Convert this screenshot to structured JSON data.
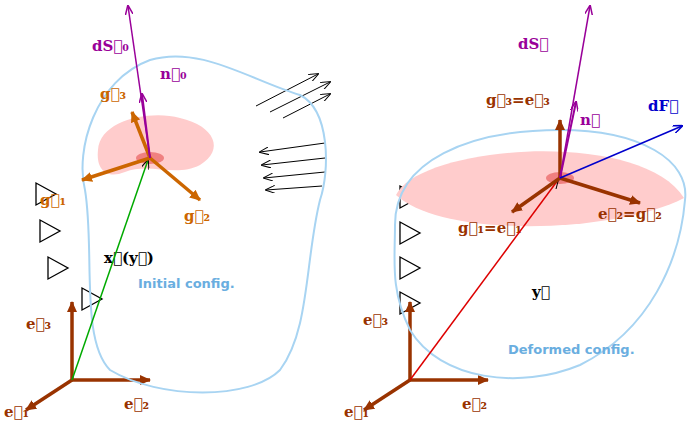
{
  "diagram": {
    "nodes": [
      {
        "text": [
          "Initial config."
        ]
      },
      {
        "text": [
          "Deformed config."
        ]
      }
    ],
    "labels": [
      "dS⃗₀",
      "n⃗₀",
      "g⃗₃",
      "g⃗₁",
      "g⃗₂",
      "x⃗(y⃗)",
      "e⃗₃",
      "e⃗₁",
      "e⃗₂",
      "dS⃗",
      "g⃗₃=e⃗₃",
      "n⃗",
      "dF⃗",
      "e⃗₂=g⃗₂",
      "g⃗₁=e⃗₁",
      "y⃗",
      "e⃗₃",
      "e⃗₁",
      "e⃗₂"
    ]
  }
}
